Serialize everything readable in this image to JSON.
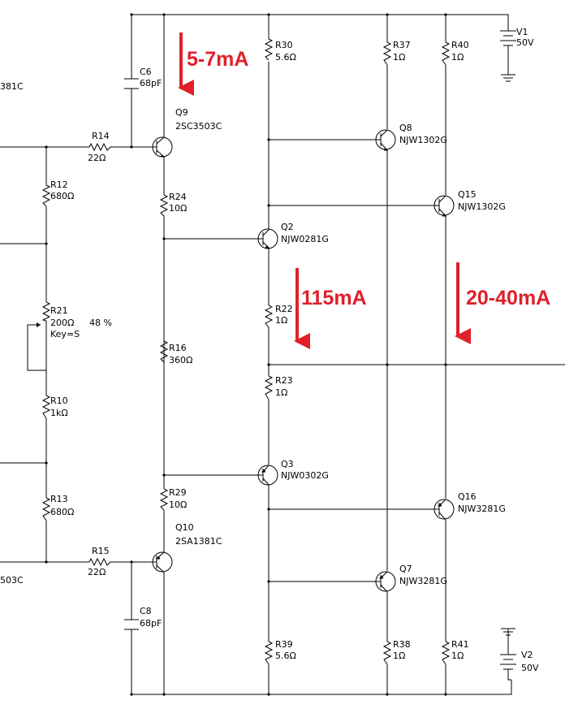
{
  "colors": {
    "wire": "#000000",
    "annotation": "#e0202a",
    "background": "#ffffff"
  },
  "components": {
    "V1": {
      "name": "V1",
      "value": "50V"
    },
    "V2": {
      "name": "V2",
      "value": "50V"
    },
    "C6": {
      "name": "C6",
      "value": "68pF"
    },
    "C8": {
      "name": "C8",
      "value": "68pF"
    },
    "R14": {
      "name": "R14",
      "value": "22Ω"
    },
    "R15": {
      "name": "R15",
      "value": "22Ω"
    },
    "R12": {
      "name": "R12",
      "value": "680Ω"
    },
    "R13": {
      "name": "R13",
      "value": "680Ω"
    },
    "R21": {
      "name": "R21",
      "value": "200Ω",
      "key": "Key=S",
      "setting": "48 %"
    },
    "R10": {
      "name": "R10",
      "value": "1kΩ"
    },
    "R24": {
      "name": "R24",
      "value": "10Ω"
    },
    "R16": {
      "name": "R16",
      "value": "360Ω"
    },
    "R29": {
      "name": "R29",
      "value": "10Ω"
    },
    "R30": {
      "name": "R30",
      "value": "5.6Ω"
    },
    "R22": {
      "name": "R22",
      "value": "1Ω"
    },
    "R23": {
      "name": "R23",
      "value": "1Ω"
    },
    "R39": {
      "name": "R39",
      "value": "5.6Ω"
    },
    "R37": {
      "name": "R37",
      "value": "1Ω"
    },
    "R38": {
      "name": "R38",
      "value": "1Ω"
    },
    "R40": {
      "name": "R40",
      "value": "1Ω"
    },
    "R41": {
      "name": "R41",
      "value": "1Ω"
    },
    "Q9": {
      "name": "Q9",
      "part": "2SC3503C"
    },
    "Q10": {
      "name": "Q10",
      "part": "2SA1381C"
    },
    "Q2": {
      "name": "Q2",
      "part": "NJW0281G"
    },
    "Q3": {
      "name": "Q3",
      "part": "NJW0302G"
    },
    "Q8": {
      "name": "Q8",
      "part": "NJW1302G"
    },
    "Q15": {
      "name": "Q15",
      "part": "NJW1302G"
    },
    "Q7": {
      "name": "Q7",
      "part": "NJW3281G"
    },
    "Q16": {
      "name": "Q16",
      "part": "NJW3281G"
    }
  },
  "partial_labels": {
    "top_left": "381C",
    "bottom_left": "503C"
  },
  "annotations": {
    "driver_current": "5-7mA",
    "output_current": "115mA",
    "bias_current": "20-40mA"
  }
}
